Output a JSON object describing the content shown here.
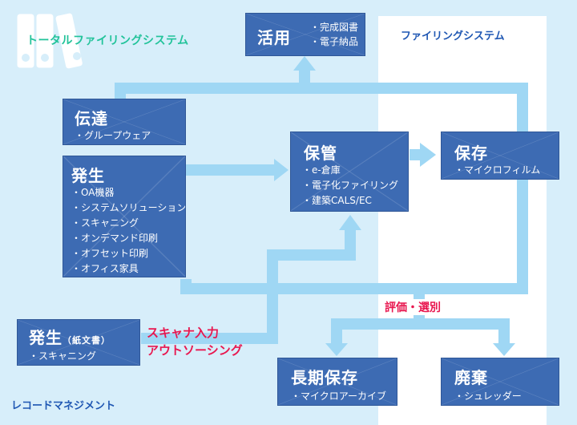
{
  "title_total": "トータルファイリングシステム",
  "title_filing": "ファイリングシステム",
  "title_records": "レコードマネジメント",
  "boxes": {
    "katsuyo": {
      "title": "活用",
      "items": [
        "完成図書",
        "電子納品"
      ]
    },
    "dentatsu": {
      "title": "伝達",
      "items": [
        "グループウェア"
      ]
    },
    "hassei": {
      "title": "発生",
      "items": [
        "OA機器",
        "システムソリューション",
        "スキャニング",
        "オンデマンド印刷",
        "オフセット印刷",
        "オフィス家具"
      ]
    },
    "hokan": {
      "title": "保管",
      "items": [
        "e-倉庫",
        "電子化ファイリング",
        "建築CALS/EC"
      ]
    },
    "hozon": {
      "title": "保存",
      "items": [
        "マイクロフィルム"
      ]
    },
    "hassei_paper": {
      "title": "発生",
      "note": "（紙文書）",
      "items": [
        "スキャニング"
      ]
    },
    "chouki": {
      "title": "長期保存",
      "items": [
        "マイクロアーカイブ"
      ]
    },
    "haiki": {
      "title": "廃棄",
      "items": [
        "シュレッダー"
      ]
    }
  },
  "labels": {
    "scanner_line1": "スキャナ入力",
    "scanner_line2": "アウトソーシング",
    "evaluation": "評価・選別"
  },
  "colors": {
    "background": "#d7eefa",
    "box": "#3d6bb3",
    "arrow": "#9fd7f4",
    "green_title": "#22c39a",
    "blue_title": "#1f57b3",
    "red_label": "#e8174f"
  }
}
